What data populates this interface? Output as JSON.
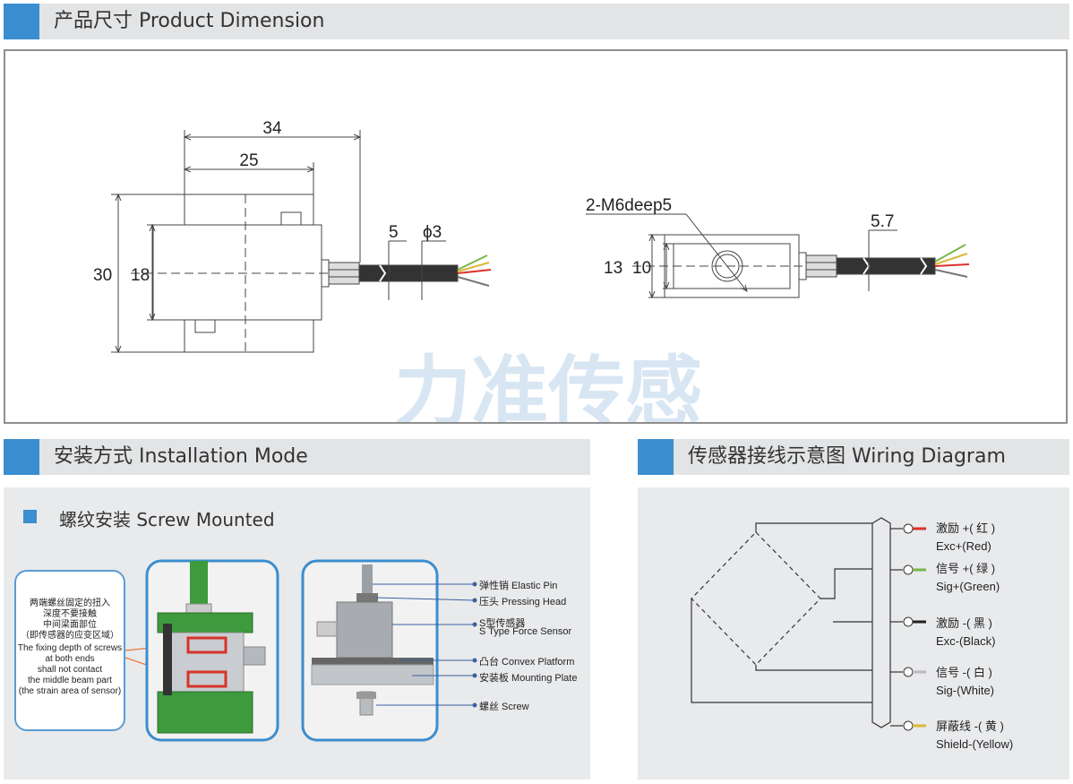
{
  "sections": {
    "dimension": "产品尺寸 Product Dimension",
    "installation": "安装方式 Installation Mode",
    "wiring": "传感器接线示意图 Wiring Diagram"
  },
  "dimension_drawing": {
    "left_view": {
      "dim_34": "34",
      "dim_25": "25",
      "dim_30": "30",
      "dim_18": "18",
      "dim_5": "5",
      "dim_phi3": "ϕ3"
    },
    "right_view": {
      "hole_label": "2-M6deep5",
      "dim_13": "13",
      "dim_10": "10",
      "dim_5_7": "5.7"
    },
    "watermark": "力准传感"
  },
  "installation": {
    "subtitle": "螺纹安装 Screw Mounted",
    "note_cn": [
      "两端螺丝固定的扭入",
      "深度不要接触",
      "中间梁面部位",
      "（即传感器的应变区域）"
    ],
    "note_en": [
      "The fixing depth of screws",
      "at both ends",
      "shall not contact",
      "the middle beam part",
      "(the strain area of sensor)"
    ],
    "callouts": [
      "弹性销 Elastic Pin",
      "压头 Pressing Head",
      "S型传感器",
      "S Type Force Sensor",
      "凸台 Convex Platform",
      "安装板 Mounting Plate",
      "螺丝 Screw"
    ]
  },
  "wiring": {
    "wires": [
      {
        "cn": "激励 +(  红  )",
        "en": "Exc+(Red)",
        "color": "#d9322b"
      },
      {
        "cn": "信号 +(  绿  )",
        "en": "Sig+(Green)",
        "color": "#7ab648"
      },
      {
        "cn": "激励 -(  黑  )",
        "en": "Exc-(Black)",
        "color": "#222222"
      },
      {
        "cn": "信号 -(  白  )",
        "en": "Sig-(White)",
        "color": "#d8d8d8"
      },
      {
        "cn": "屏蔽线 -(  黄  )",
        "en": "Shield-(Yellow)",
        "color": "#d9b83a"
      }
    ]
  },
  "colors": {
    "accent": "#3b8ecf",
    "header_bg": "#e3e4e6",
    "panel_bg": "#e9eaec",
    "sensor_green": "#3d9a3d"
  }
}
